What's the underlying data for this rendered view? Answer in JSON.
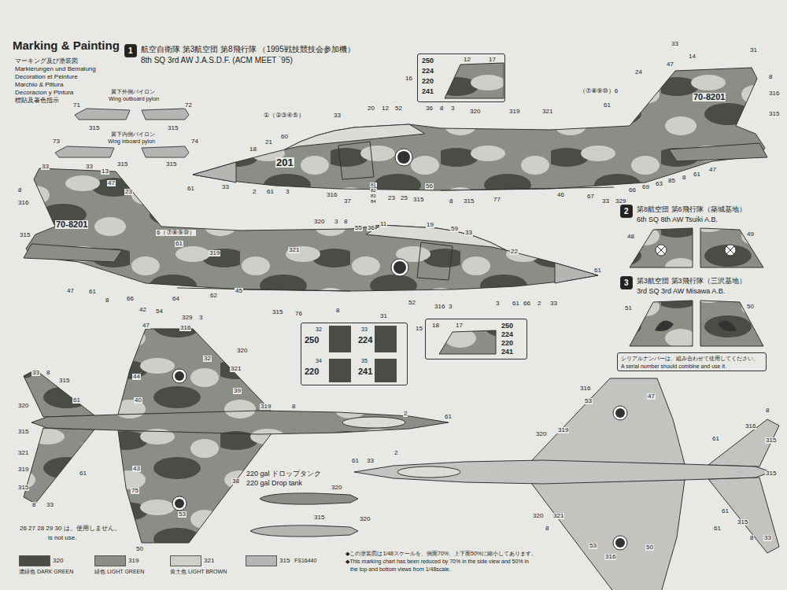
{
  "diagram": {
    "title": "Marking & Painting",
    "nodes": [
      {
        "text": [
          "1"
        ]
      },
      {
        "text": [
          "250",
          "224",
          "220",
          "241",
          "12",
          "17"
        ]
      },
      {
        "text": [
          "32",
          "250",
          "33",
          "224",
          "34",
          "220",
          "35",
          "241"
        ]
      },
      {
        "text": [
          "18",
          "17",
          "250",
          "224",
          "220",
          "241"
        ]
      },
      {
        "text": [
          "2"
        ]
      },
      {
        "text": [
          "3"
        ]
      },
      {
        "text": [
          "シリアルナンバーは、組み合わせて使用してください。",
          "A serial number should combine and use it."
        ]
      }
    ],
    "labels": [
      "マーキング及び塗装図",
      "Markierungen und Bemalung",
      "Decoration et Peinture",
      "Marchio & Pittura",
      "Decoracion y Pintura",
      "標貼及著色指示",
      "航空自衛隊 第3航空団 第8飛行隊 （1995戦技競技会参加機）",
      "8th SQ 3rd AW J.A.S.D.F. (ACM MEET `95)",
      "翼下外側パイロン",
      "Wing outboard pylon",
      "71",
      "72",
      "315",
      "315",
      "翼下内側パイロン",
      "Wing inboard pylon",
      "73",
      "74",
      "315",
      "315",
      "①（②③④⑤）",
      "33",
      "20",
      "12",
      "52",
      "16",
      "36",
      "8",
      "3",
      "320",
      "319",
      "321",
      "60",
      "21",
      "18",
      "201",
      "33",
      "14",
      "47",
      "24",
      "31",
      "8",
      "316",
      "315",
      "（⑦⑧⑨⑩）6",
      "61",
      "70-8201",
      "61",
      "33",
      "2",
      "61",
      "3",
      "316",
      "37",
      "81",
      "82",
      "83",
      "84",
      "23",
      "25",
      "315",
      "56",
      "8",
      "315",
      "77",
      "46",
      "67",
      "33",
      "329",
      "66",
      "69",
      "63",
      "85",
      "8",
      "61",
      "47",
      "33",
      "33",
      "13",
      "47",
      "23",
      "8",
      "316",
      "315",
      "70-8201",
      "6（⑦⑧⑨⑩）",
      "61",
      "319",
      "321",
      "320",
      "3",
      "8",
      "55",
      "36",
      "11",
      "19",
      "59",
      "33",
      "22",
      "61",
      "47",
      "61",
      "8",
      "66",
      "42",
      "54",
      "64",
      "329",
      "3",
      "62",
      "45",
      "315",
      "76",
      "8",
      "31",
      "52",
      "15",
      "316",
      "3",
      "3",
      "61",
      "66",
      "2",
      "33",
      "第8航空団 第6飛行隊（築城基地）",
      "6th SQ 8th AW Tsuiki A.B.",
      "48",
      "49",
      "第3航空団 第3飛行隊（三沢基地）",
      "3rd SQ 3rd AW Misawa A.B.",
      "51",
      "50",
      "47",
      "316",
      "32",
      "321",
      "320",
      "39",
      "319",
      "8",
      "2",
      "61",
      "44",
      "40",
      "43",
      "75",
      "38",
      "53",
      "50",
      "33",
      "8",
      "315",
      "320",
      "61",
      "315",
      "321",
      "319",
      "61",
      "315",
      "8",
      "33",
      "220 gal ドロップタンク",
      "220 gal Drop tank",
      "320",
      "315",
      "320",
      "26 27 28 29 30 は、使用しません。",
      "is not use.",
      "316",
      "53",
      "47",
      "320",
      "319",
      "61",
      "33",
      "2",
      "8",
      "316",
      "61",
      "315",
      "315",
      "320",
      "321",
      "8",
      "61",
      "315",
      "61",
      "8",
      "33",
      "53",
      "316",
      "50",
      "◆この塗装図は1/48スケールを、側面70%、上下面50%に縮小してあります。",
      "◆This marking chart has been reduced by 70% in the side view and 50% in",
      "the top and bottom views from 1/48scale.",
      "320",
      "319",
      "321",
      "315"
    ],
    "legend": [
      {
        "text": "濃緑色 DARK GREEN",
        "color": "#4a4d45"
      },
      {
        "text": "緑色 LIGHT GREEN",
        "color": "#8b8e86"
      },
      {
        "text": "黄土色 LIGHT BROWN",
        "color": "#cfcfc9"
      },
      {
        "text": "FS16440",
        "color": "#b5b6b2"
      }
    ]
  }
}
